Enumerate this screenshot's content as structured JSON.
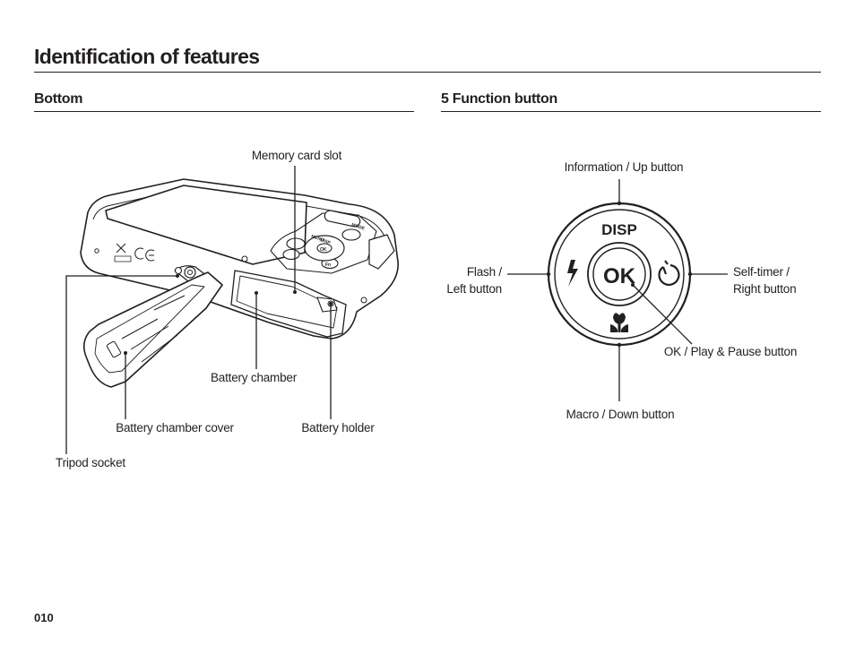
{
  "page": {
    "title": "Identification of features",
    "number": "010"
  },
  "bottom_section": {
    "title": "Bottom",
    "labels": {
      "memory_card_slot": "Memory card slot",
      "battery_chamber": "Battery chamber",
      "battery_chamber_cover": "Battery chamber cover",
      "battery_holder": "Battery holder",
      "tripod_socket": "Tripod socket"
    },
    "camera_body_marks": {
      "menu": "MENU",
      "mode": "MODE",
      "disp": "DISP",
      "ok": "OK",
      "fn": "Fn"
    }
  },
  "function_section": {
    "title": "5 Function button",
    "labels": {
      "info_up": "Information / Up button",
      "flash_left_line1": "Flash /",
      "flash_left_line2": "Left button",
      "selftimer_right_line1": "Self-timer /",
      "selftimer_right_line2": "Right button",
      "ok_play_pause": "OK / Play & Pause button",
      "macro_down": "Macro / Down button"
    },
    "dial": {
      "up_text": "DISP",
      "center_text": "OK",
      "left_icon": "flash-icon",
      "right_icon": "self-timer-icon",
      "down_icon": "macro-flower-icon"
    }
  }
}
